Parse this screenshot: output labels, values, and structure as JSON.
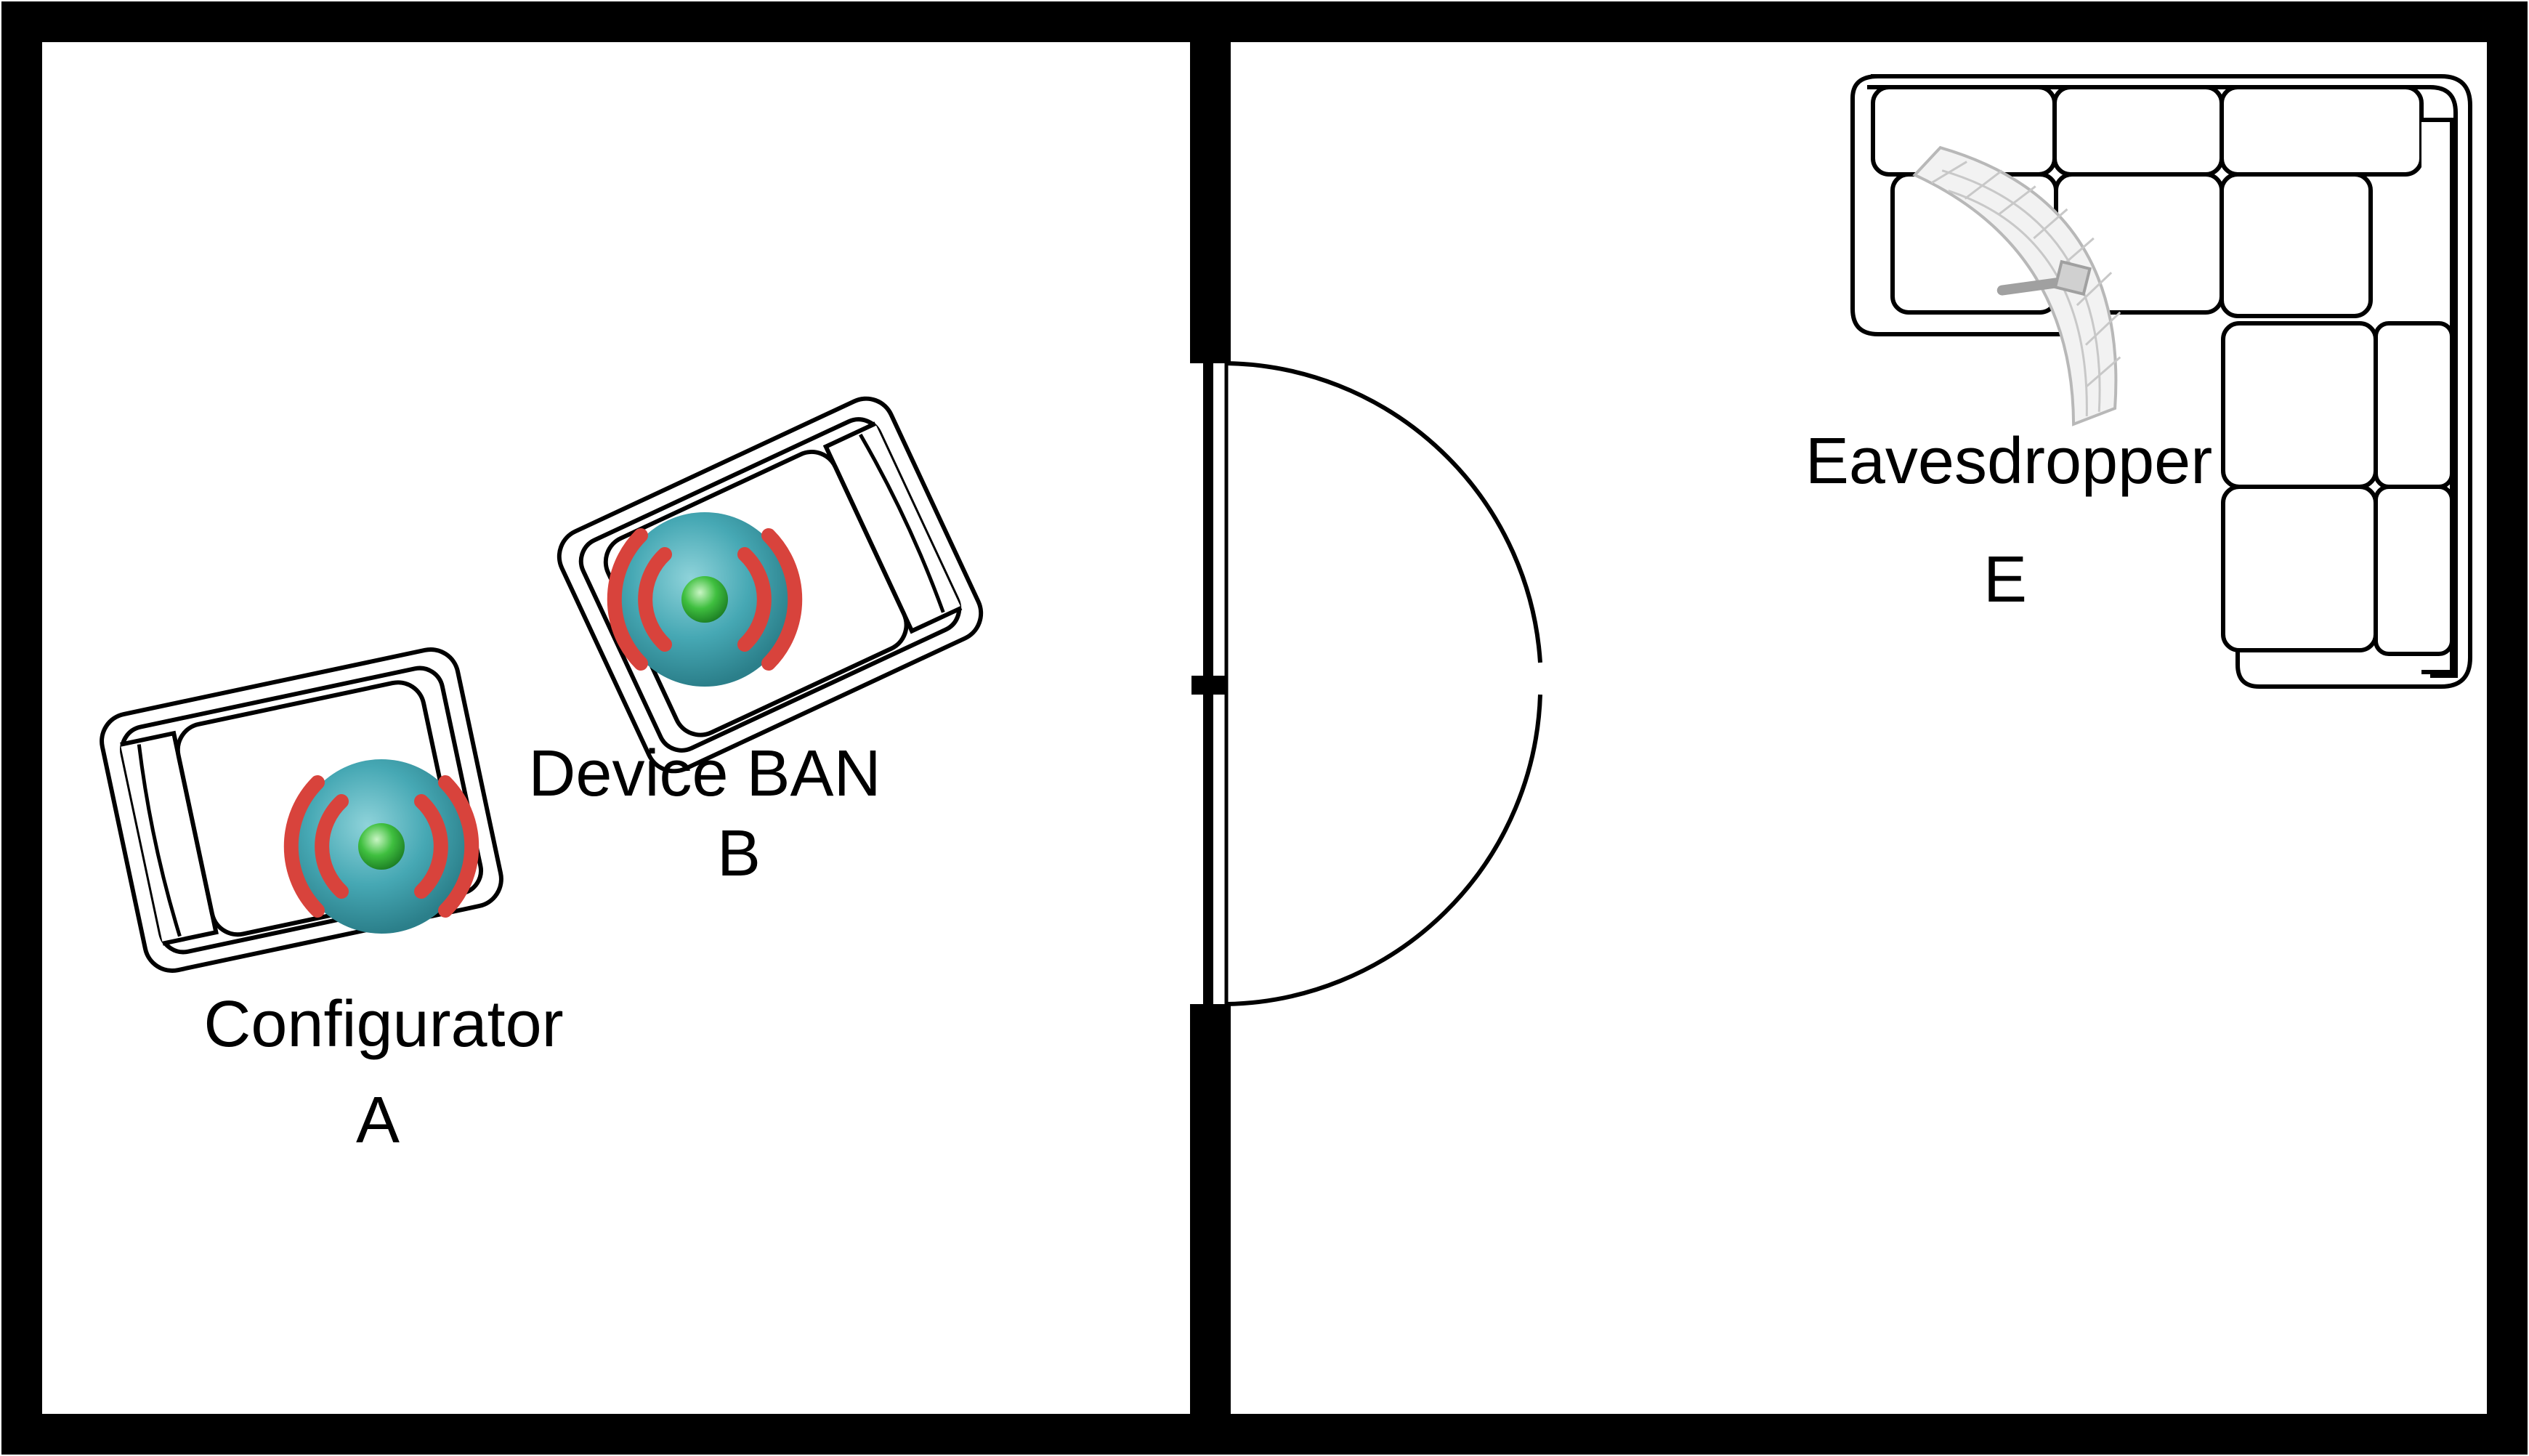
{
  "labels": {
    "configurator": "Configurator",
    "configurator_id": "A",
    "device": "Device BAN",
    "device_id": "B",
    "eavesdropper": "Eavesdropper",
    "eavesdropper_id": "E"
  },
  "colors": {
    "wall": "#000000",
    "background": "#ffffff",
    "device_sphere": "#46a8b4",
    "signal_waves": "#d8433c",
    "led": "#2ea63a",
    "antenna": "#b8b8b8"
  },
  "icons": {
    "device_a": "wireless-sensor-icon",
    "device_b": "wireless-sensor-icon",
    "eavesdropper": "grid-dish-antenna-icon"
  }
}
